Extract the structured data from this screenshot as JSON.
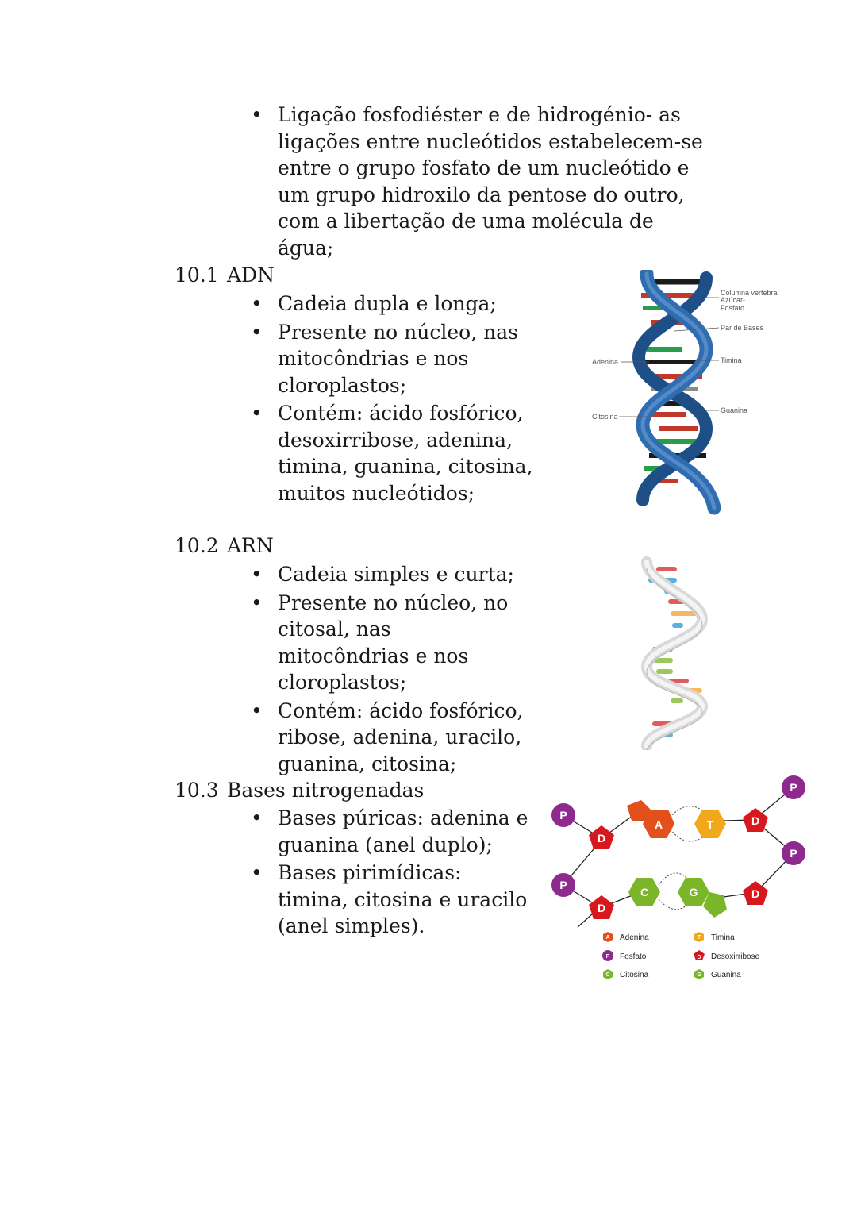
{
  "intro": {
    "bullet": "Ligação fosfodiéster e de hidrogénio- as ligações entre nucleótidos estabelecem-se entre o grupo fosfato de um nucleótido e um grupo hidroxilo da pentose do outro, com a libertação de uma molécula de água;"
  },
  "sections": [
    {
      "number": "10.1",
      "title": "ADN",
      "bullets": [
        "Cadeia dupla e longa;",
        "Presente no núcleo, nas mitocôndrias e nos cloroplastos;",
        "Contém: ácido fosfórico, desoxirribose, adenina, timina, guanina, citosina, muitos nucleótidos;"
      ]
    },
    {
      "number": "10.2",
      "title": "ARN",
      "bullets": [
        "Cadeia simples e curta;",
        "Presente no núcleo, no citosal, nas mitocôndrias e nos cloroplastos;",
        "Contém: ácido fosfórico, ribose, adenina, uracilo, guanina, citosina;"
      ]
    },
    {
      "number": "10.3",
      "title": "Bases nitrogenadas",
      "bullets": [
        "Bases púricas: adenina e guanina (anel duplo);",
        "Bases pirimídicas: timina, citosina e uracilo (anel simples)."
      ]
    }
  ],
  "dna_figure": {
    "labels": {
      "backbone_1": "Columna vertebral",
      "backbone_2": "Azúcar-",
      "backbone_3": "Fosfato",
      "base_pair": "Par de Bases",
      "adenine": "Adenina",
      "thymine": "Timina",
      "cytosine": "Citosina",
      "guanine": "Guanina"
    },
    "colors": {
      "strand": "#2f6db0",
      "adenine": "#1a1a1a",
      "thymine": "#c0392b",
      "cytosine": "#2a9d4a",
      "guanine": "#8a8a8a"
    }
  },
  "nucleotide_figure": {
    "symbols": {
      "phosphate": "P",
      "deoxyribose": "D",
      "adenine": "A",
      "thymine": "T",
      "cytosine": "C",
      "guanine": "G"
    },
    "legend": {
      "adenine": "Adenina",
      "thymine": "Timina",
      "phosphate": "Fosfato",
      "deoxyribose": "Desoxirribose",
      "cytosine": "Citosina",
      "guanine": "Guanina"
    },
    "colors": {
      "phosphate": "#8e2a8e",
      "deoxyribose": "#d7191f",
      "adenine": "#e2501c",
      "thymine": "#f2a81d",
      "cytosine": "#7ab52a",
      "guanine": "#7ab52a"
    }
  }
}
